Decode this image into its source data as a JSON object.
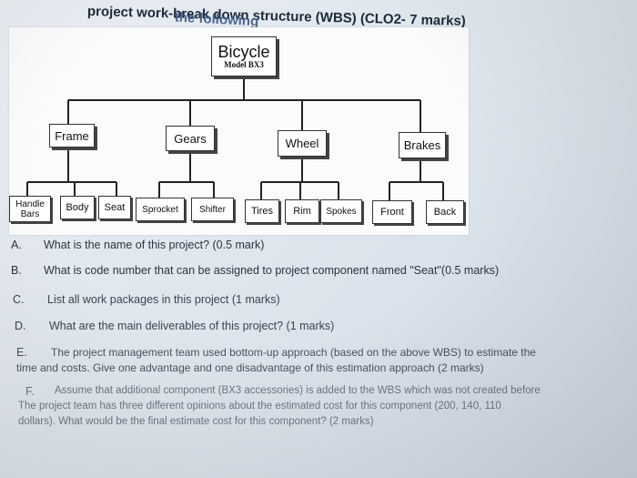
{
  "header": {
    "cut_text": "the following",
    "title": "project work-break down structure (WBS) (CLO2- 7 marks)"
  },
  "wbs": {
    "root": {
      "title": "Bicycle",
      "subtitle": "Model BX3"
    },
    "level1": [
      {
        "label": "Frame"
      },
      {
        "label": "Gears"
      },
      {
        "label": "Wheel"
      },
      {
        "label": "Brakes"
      }
    ],
    "leaves": [
      {
        "label": "Handle Bars"
      },
      {
        "label": "Body"
      },
      {
        "label": "Seat"
      },
      {
        "label": "Sprocket"
      },
      {
        "label": "Shifter"
      },
      {
        "label": "Tires"
      },
      {
        "label": "Rim"
      },
      {
        "label": "Spokes"
      },
      {
        "label": "Front"
      },
      {
        "label": "Back"
      }
    ]
  },
  "questions": [
    {
      "letter": "A.",
      "text": "What is the name of this project? (0.5 mark)"
    },
    {
      "letter": "B.",
      "text": "What is code number that can be assigned to project component named \"Seat\"(0.5 marks)"
    },
    {
      "letter": "C.",
      "text": "List all work packages in this project (1 marks)"
    },
    {
      "letter": "D.",
      "text": "What are the main deliverables of this project? (1 marks)"
    },
    {
      "letter": "E.",
      "text": "The project management team used bottom-up approach (based on the above WBS) to estimate the",
      "text2": "time and costs. Give one advantage and one disadvantage of this estimation approach (2 marks)"
    },
    {
      "letter": "F.",
      "text": "Assume that additional component (BX3 accessories) is added to the WBS which was not created before",
      "text2": "The project team has three different opinions about the estimated cost for this component (200, 140, 110",
      "text3": "dollars). What would be the final estimate cost for this component? (2 marks)"
    }
  ]
}
